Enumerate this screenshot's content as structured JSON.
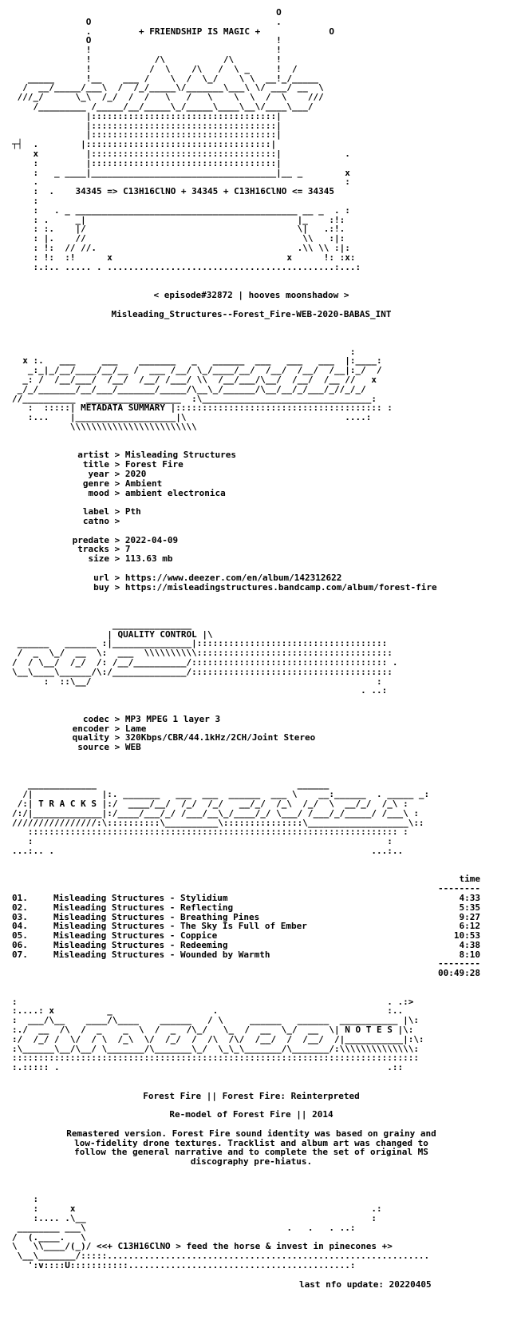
{
  "header": {
    "slogan": "+ FRIENDSHIP IS MAGIC +",
    "formula": "34345 => C13H16ClNO + 34345 + C13H16ClNO <= 34345",
    "episode": "< episode#32872 | hooves moonshadow >",
    "release": "Misleading_Structures--Forest_Fire-WEB-2020-BABAS_INT"
  },
  "sections": {
    "metadata": "METADATA SUMMARY",
    "quality": "QUALITY CONTROL",
    "tracks": "T R A C K S",
    "notes": "N O T E S"
  },
  "metadata": [
    {
      "key": "artist",
      "value": "Misleading Structures"
    },
    {
      "key": "title",
      "value": "Forest Fire"
    },
    {
      "key": "year",
      "value": "2020"
    },
    {
      "key": "genre",
      "value": "Ambient"
    },
    {
      "key": "mood",
      "value": "ambient electronica"
    },
    {
      "key": "",
      "value": ""
    },
    {
      "key": "label",
      "value": "Pth"
    },
    {
      "key": "catno",
      "value": ""
    },
    {
      "key": "",
      "value": ""
    },
    {
      "key": "predate",
      "value": "2022-04-09"
    },
    {
      "key": "tracks",
      "value": "7"
    },
    {
      "key": "size",
      "value": "113.63 mb"
    },
    {
      "key": "",
      "value": ""
    },
    {
      "key": "url",
      "value": "https://www.deezer.com/en/album/142312622"
    },
    {
      "key": "buy",
      "value": "https://misleadingstructures.bandcamp.com/album/forest-fire"
    }
  ],
  "quality": [
    {
      "key": "codec",
      "value": "MP3 MPEG 1 layer 3"
    },
    {
      "key": "encoder",
      "value": "Lame"
    },
    {
      "key": "quality",
      "value": "320Kbps/CBR/44.1kHz/2CH/Joint Stereo"
    },
    {
      "key": "source",
      "value": "WEB"
    }
  ],
  "tracklist": {
    "time_header": "time",
    "total": "00:49:28",
    "tracks": [
      {
        "num": "01.",
        "name": "Misleading Structures - Stylidium",
        "time": "4:33"
      },
      {
        "num": "02.",
        "name": "Misleading Structures - Reflecting",
        "time": "5:35"
      },
      {
        "num": "03.",
        "name": "Misleading Structures - Breathing Pines",
        "time": "9:27"
      },
      {
        "num": "04.",
        "name": "Misleading Structures - The Sky Is Full of Ember",
        "time": "6:12"
      },
      {
        "num": "05.",
        "name": "Misleading Structures - Coppice",
        "time": "10:53"
      },
      {
        "num": "06.",
        "name": "Misleading Structures - Redeeming",
        "time": "4:38"
      },
      {
        "num": "07.",
        "name": "Misleading Structures - Wounded by Warmth",
        "time": "8:10"
      }
    ]
  },
  "notes": {
    "line1": "Forest Fire || Forest Fire: Reinterpreted",
    "line2": "Re-model of Forest Fire || 2014",
    "para": [
      "Remastered version. Forest Fire sound identity was based on grainy and",
      "low-fidelity drone textures. Tracklist and album art was changed to",
      "follow the general narrative and to complete the set of original MS",
      "discography pre-hiatus."
    ]
  },
  "footer": {
    "tagline": "<<+ C13H16ClNO > feed the horse & invest in pinecones +>",
    "updated": "last nfo update: 20220405"
  }
}
